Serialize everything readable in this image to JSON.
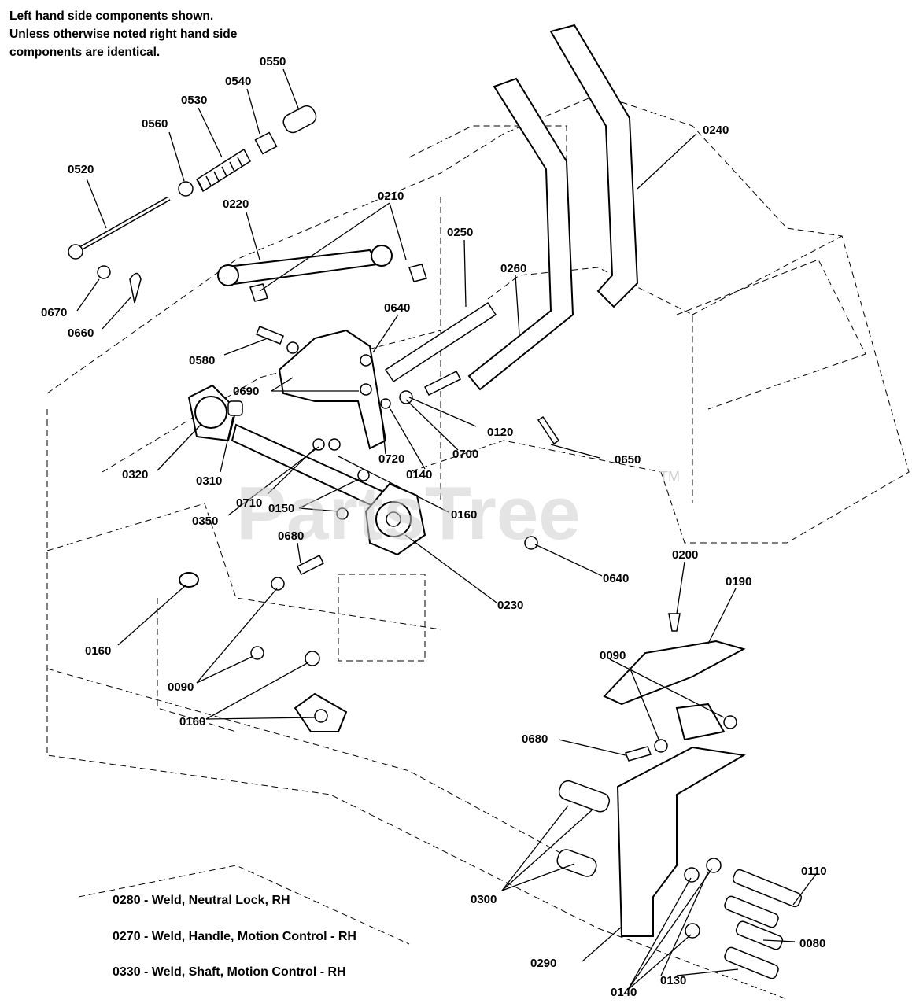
{
  "notes": [
    "Left hand side components shown.",
    "Unless otherwise noted right hand side",
    "components are identical."
  ],
  "legend": [
    "0280 - Weld, Neutral Lock, RH",
    "0270 - Weld, Handle, Motion Control - RH",
    "0330 - Weld, Shaft, Motion Control - RH"
  ],
  "watermark": "PartsTree",
  "watermark_tm": "TM",
  "callouts": {
    "c0550": "0550",
    "c0540": "0540",
    "c0530": "0530",
    "c0560": "0560",
    "c0520": "0520",
    "c0220": "0220",
    "c0210": "0210",
    "c0250": "0250",
    "c0240": "0240",
    "c0260": "0260",
    "c0670": "0670",
    "c0660": "0660",
    "c0640a": "0640",
    "c0580": "0580",
    "c0690": "0690",
    "c0120": "0120",
    "c0700": "0700",
    "c0720": "0720",
    "c0140a": "0140",
    "c0650": "0650",
    "c0320": "0320",
    "c0310": "0310",
    "c0710": "0710",
    "c0150": "0150",
    "c0160a": "0160",
    "c0350": "0350",
    "c0680a": "0680",
    "c0640b": "0640",
    "c0230": "0230",
    "c0200": "0200",
    "c0190": "0190",
    "c0160b": "0160",
    "c0090a": "0090",
    "c0090b": "0090",
    "c0160c": "0160",
    "c0680b": "0680",
    "c0110": "0110",
    "c0300": "0300",
    "c0080": "0080",
    "c0290": "0290",
    "c0130": "0130",
    "c0140b": "0140"
  }
}
